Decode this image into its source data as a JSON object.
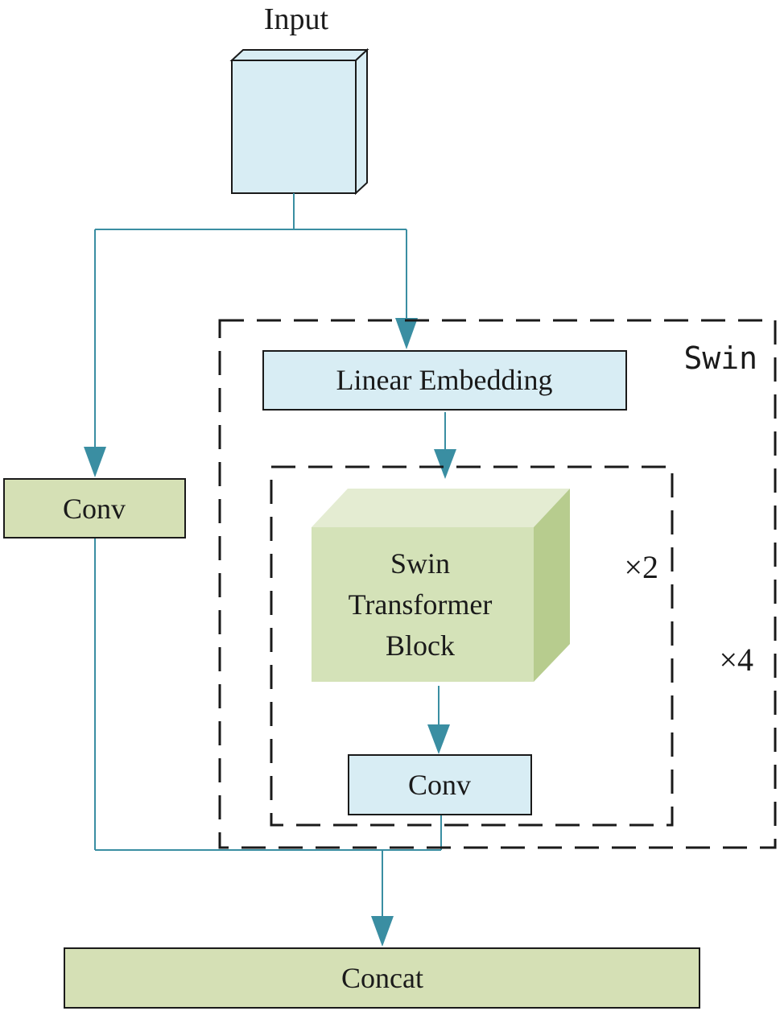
{
  "diagram": {
    "input_label": "Input",
    "swin_label": "Swin",
    "linear_embedding_label": "Linear Embedding",
    "swin_transformer_block": {
      "line1": "Swin",
      "line2": "Transformer",
      "line3": "Block"
    },
    "inner_conv_label": "Conv",
    "side_conv_label": "Conv",
    "concat_label": "Concat",
    "repeat_inner": "×2",
    "repeat_outer": "×4"
  },
  "colors": {
    "light_blue": "#d8edf4",
    "light_green": "#d5e0b5",
    "block_front": "#d4e2b8",
    "block_top": "#e4ecd2",
    "block_side": "#b7cc8e",
    "arrow": "#3a8ea2",
    "border": "#1a1a1a"
  }
}
